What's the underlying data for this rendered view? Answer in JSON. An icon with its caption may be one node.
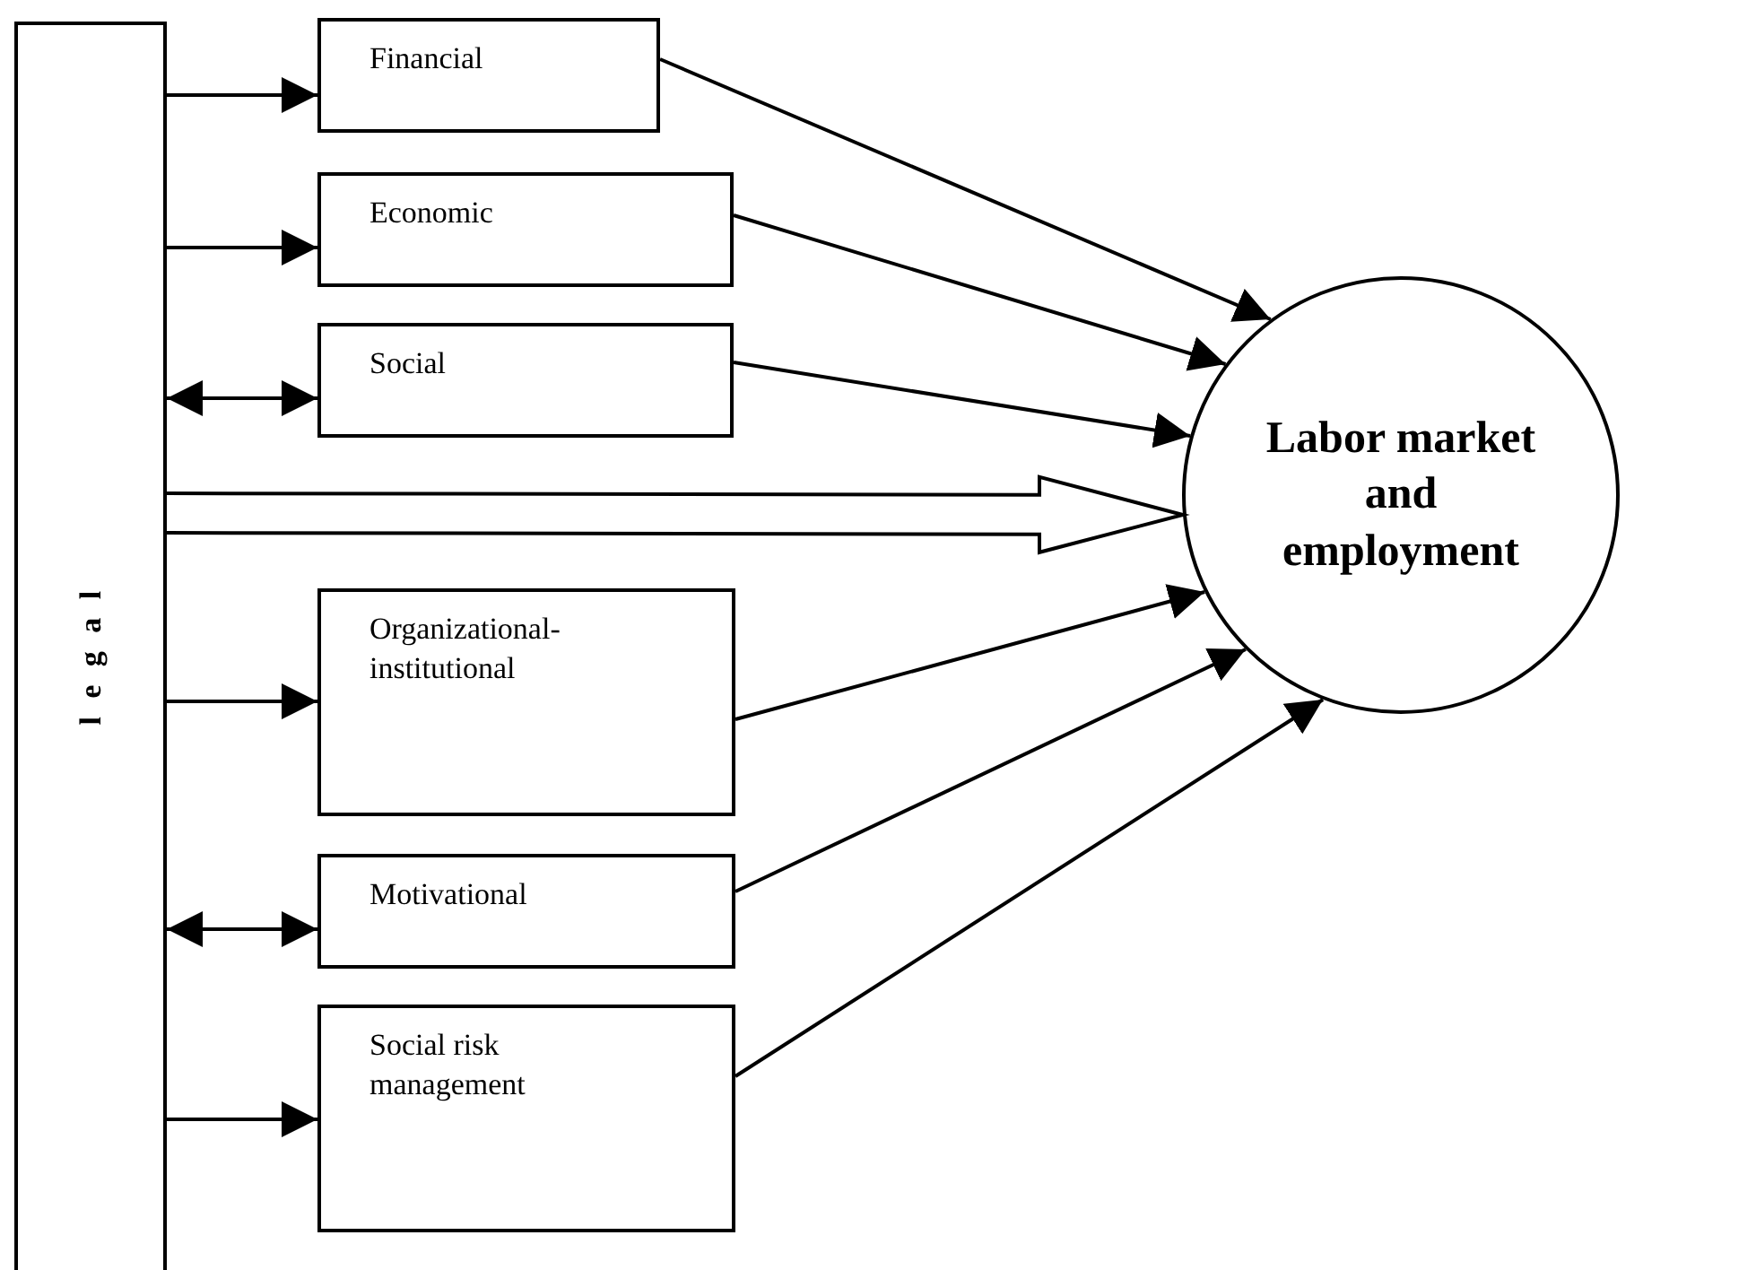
{
  "diagram": {
    "nodes": [
      {
        "text": [
          "legal"
        ]
      },
      {
        "text": [
          "Financial"
        ]
      },
      {
        "text": [
          "Economic"
        ]
      },
      {
        "text": [
          "Social"
        ]
      },
      {
        "text": [
          "Organizational-institutional"
        ]
      },
      {
        "text": [
          "Motivational"
        ]
      },
      {
        "text": [
          "Social risk management"
        ]
      },
      {
        "text": [
          "Labor market and employment"
        ]
      }
    ],
    "edges": [
      {
        "from": 0,
        "to": 1,
        "arrow": "to"
      },
      {
        "from": 0,
        "to": 2,
        "arrow": "to"
      },
      {
        "from": 0,
        "to": 3,
        "arrow": "both"
      },
      {
        "from": 0,
        "to": 7,
        "arrow": "to",
        "style": "thick"
      },
      {
        "from": 0,
        "to": 4,
        "arrow": "to"
      },
      {
        "from": 0,
        "to": 5,
        "arrow": "both"
      },
      {
        "from": 0,
        "to": 6,
        "arrow": "to"
      },
      {
        "from": 1,
        "to": 7,
        "arrow": "to"
      },
      {
        "from": 2,
        "to": 7,
        "arrow": "to"
      },
      {
        "from": 3,
        "to": 7,
        "arrow": "to"
      },
      {
        "from": 4,
        "to": 7,
        "arrow": "to"
      },
      {
        "from": 5,
        "to": 7,
        "arrow": "to"
      },
      {
        "from": 6,
        "to": 7,
        "arrow": "to"
      }
    ]
  }
}
